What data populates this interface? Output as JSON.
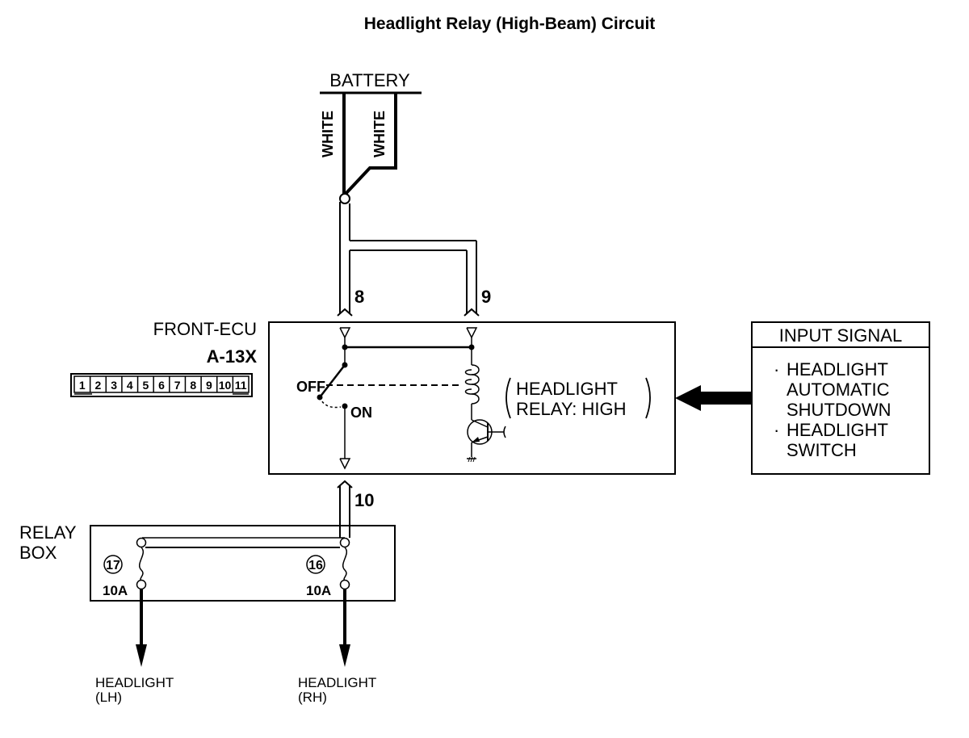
{
  "title": "Headlight Relay (High-Beam) Circuit",
  "battery": {
    "label": "BATTERY",
    "wire_colors": [
      "WHITE",
      "WHITE"
    ]
  },
  "ecu": {
    "name": "FRONT-ECU",
    "connector_id": "A-13X",
    "connector_pins": [
      "1",
      "2",
      "3",
      "4",
      "5",
      "6",
      "7",
      "8",
      "9",
      "10",
      "11"
    ],
    "terminal_inputs": [
      "8",
      "9"
    ],
    "terminal_output": "10",
    "switch_off_label": "OFF",
    "switch_on_label": "ON",
    "relay_label_line1": "HEADLIGHT",
    "relay_label_line2": "RELAY: HIGH"
  },
  "input_signal": {
    "header": "INPUT SIGNAL",
    "items": [
      {
        "bullet": "·",
        "lines": [
          "HEADLIGHT",
          "AUTOMATIC",
          "SHUTDOWN"
        ]
      },
      {
        "bullet": "·",
        "lines": [
          "HEADLIGHT",
          "SWITCH"
        ]
      }
    ]
  },
  "relay_box": {
    "label_line1": "RELAY",
    "label_line2": "BOX",
    "fuses": [
      {
        "number": "17",
        "rating": "10A"
      },
      {
        "number": "16",
        "rating": "10A"
      }
    ]
  },
  "outputs": [
    {
      "line1": "HEADLIGHT",
      "line2": "(LH)"
    },
    {
      "line1": "HEADLIGHT",
      "line2": "(RH)"
    }
  ]
}
